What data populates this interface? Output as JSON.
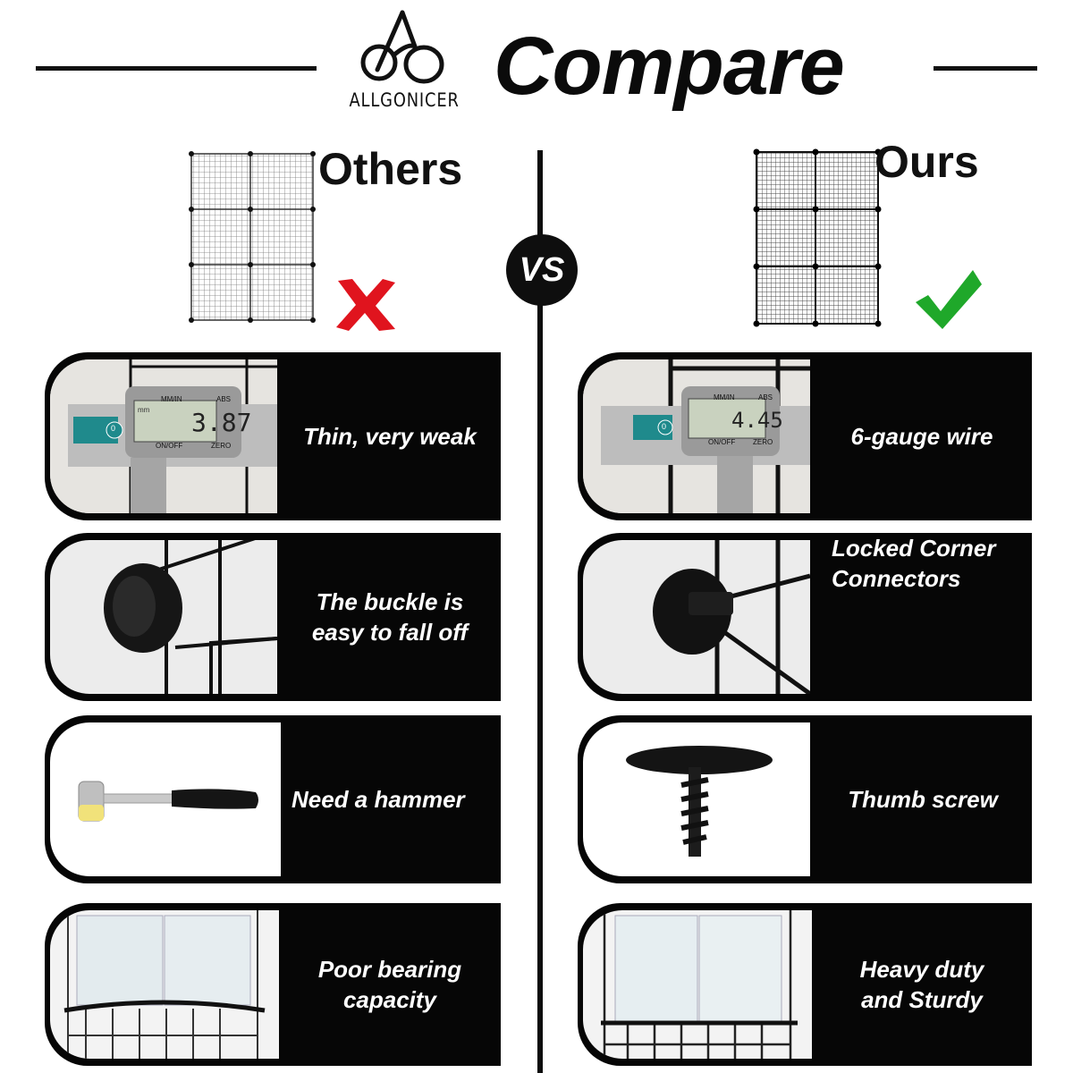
{
  "header": {
    "brand": "ALLGONICER",
    "title": "Compare"
  },
  "columns": {
    "left": {
      "heading": "Others",
      "mark": "x-mark-icon",
      "mark_color": "#e0141e"
    },
    "right": {
      "heading": "Ours",
      "mark": "check-mark-icon",
      "mark_color": "#1fa82a"
    }
  },
  "vs_label": "VS",
  "rows": [
    {
      "left": {
        "text": "Thin, very weak",
        "reading": "3.87"
      },
      "right": {
        "text": "6-gauge wire",
        "reading": "4.45"
      }
    },
    {
      "left": {
        "line1": "The buckle is",
        "line2": "easy to fall off"
      },
      "right": {
        "line1": "Locked Corner",
        "line2": "Connectors"
      }
    },
    {
      "left": {
        "text": "Need a hammer"
      },
      "right": {
        "text": "Thumb screw"
      }
    },
    {
      "left": {
        "line1": "Poor bearing",
        "line2": "capacity"
      },
      "right": {
        "line1": "Heavy duty",
        "line2": "and Sturdy"
      }
    }
  ],
  "caliper": {
    "mode": "MM/IN",
    "abs": "ABS",
    "onoff": "ON/OFF",
    "zero": "ZERO",
    "unit": "mm",
    "button_glyph": "0"
  },
  "colors": {
    "ink": "#0b0b0b",
    "lcd": "#c9d2bf",
    "teal": "#1f8a8c"
  }
}
